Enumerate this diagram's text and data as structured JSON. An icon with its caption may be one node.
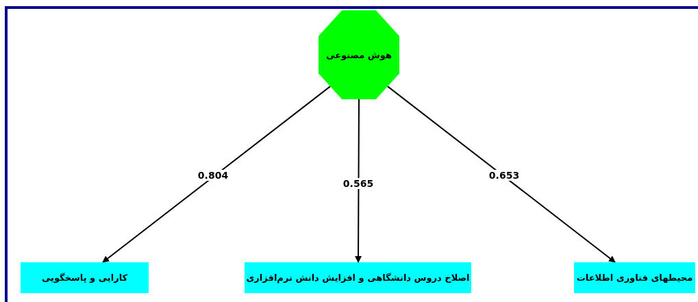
{
  "diagram": {
    "nodes": [
      {
        "text": [
          "هوش مصنوعی"
        ]
      },
      {
        "text": [
          "کارایی و پاسخگویی"
        ]
      },
      {
        "text": [
          "اصلاح دروس دانشگاهی و افزایش دانش نرم‌افزاری"
        ]
      },
      {
        "text": [
          "محیطهای فناوری اطلاعات"
        ]
      }
    ],
    "edges": [
      {
        "from": 0,
        "to": 1,
        "arrow": "to",
        "label": "0.804"
      },
      {
        "from": 0,
        "to": 2,
        "arrow": "to",
        "label": "0.565"
      },
      {
        "from": 0,
        "to": 3,
        "arrow": "to",
        "label": "0.653"
      }
    ]
  }
}
